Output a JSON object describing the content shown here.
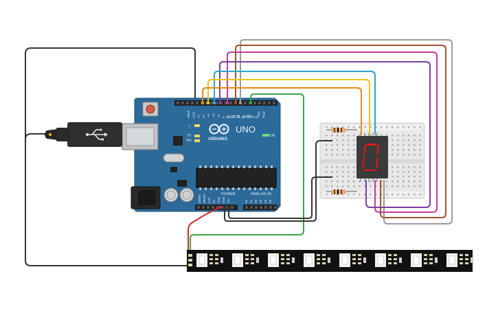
{
  "board": {
    "brand": "ARDUINO",
    "model": "UNO",
    "digital_label": "DIGITAL (PWM ~)",
    "power_label": "POWER",
    "analog_label": "ANALOG IN",
    "on_label": "ON",
    "l_label": "L",
    "tx_label": "TX",
    "rx_label": "RX",
    "digital_pins": [
      "AREF",
      "GND",
      "13",
      "12",
      "~11",
      "~10",
      "~9",
      "8",
      "7",
      "~6",
      "~5",
      "4",
      "~3",
      "2",
      "TX▸1",
      "RX◂0"
    ],
    "power_pins": [
      "IOREF",
      "RESET",
      "3.3V",
      "5V",
      "GND",
      "GND",
      "Vin"
    ],
    "analog_pins": [
      "A0",
      "A1",
      "A2",
      "A3",
      "A4",
      "A5"
    ]
  },
  "display": {
    "digit": "0"
  },
  "strip": {
    "pixel_count": 8
  },
  "colors": {
    "board": "#2c6a9a",
    "board_dark": "#1f4f77",
    "wire_black": "#333333",
    "wire_orange": "#e38a1a",
    "wire_yellow": "#e6c619",
    "wire_cyan": "#2aa6c9",
    "wire_magenta": "#c23b98",
    "wire_purple": "#7b3fa0",
    "wire_brown": "#a0522d",
    "wire_gray": "#9a9a9a",
    "wire_green": "#3aa64a",
    "wire_red": "#d12a2a",
    "segment_red": "#e01818"
  }
}
